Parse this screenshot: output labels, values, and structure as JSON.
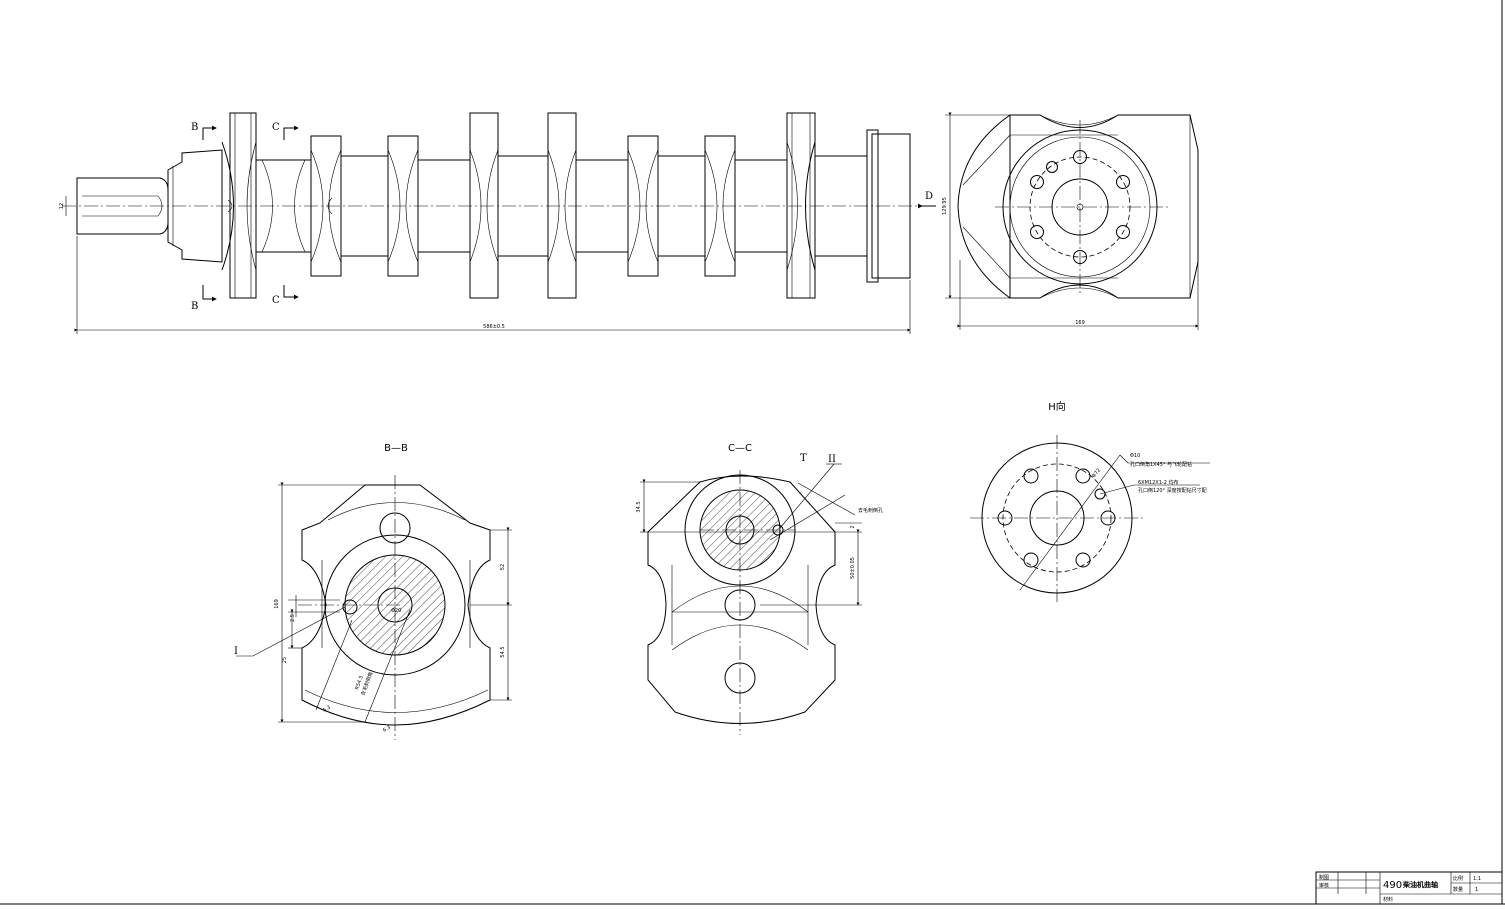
{
  "drawing": {
    "front_view": {
      "section_markers": [
        "B",
        "C",
        "B",
        "C"
      ],
      "dims": {
        "overall_length": "586±0.5",
        "shaft_dia": "12"
      },
      "view_arrow": "D"
    },
    "side_view": {
      "dims": {
        "height": "129.95",
        "width": "169"
      }
    },
    "view_h": {
      "title": "H向",
      "notes": [
        "Φ10",
        "孔口倒角1X45° 与飞轮配钻",
        "6XM12X1-2 均布",
        "孔口倒120° 深度按配钻尺寸配"
      ],
      "dim": "Φ72"
    },
    "section_bb": {
      "title": "B—B",
      "dims": [
        "169",
        "52",
        "54.5",
        "2.5",
        "25",
        "R54.5",
        "Φ20"
      ],
      "notes": [
        "去毛刺倒角"
      ],
      "detail_label": "I",
      "roughness": [
        "6.3",
        "6.3"
      ]
    },
    "section_cc": {
      "title": "C—C",
      "dims": [
        "34.5",
        "50±0.05",
        "2"
      ],
      "notes": [
        "去毛刺倒孔"
      ],
      "detail_label": "II",
      "t_label": "T"
    },
    "title_block": {
      "row1_label": "制图",
      "row2_label": "审核",
      "part_number": "490",
      "part_name": "柴油机曲轴",
      "scale_label": "比例",
      "scale_value": "1:1",
      "qty_label": "数量",
      "qty_value": "1",
      "material_label": "材料"
    }
  }
}
